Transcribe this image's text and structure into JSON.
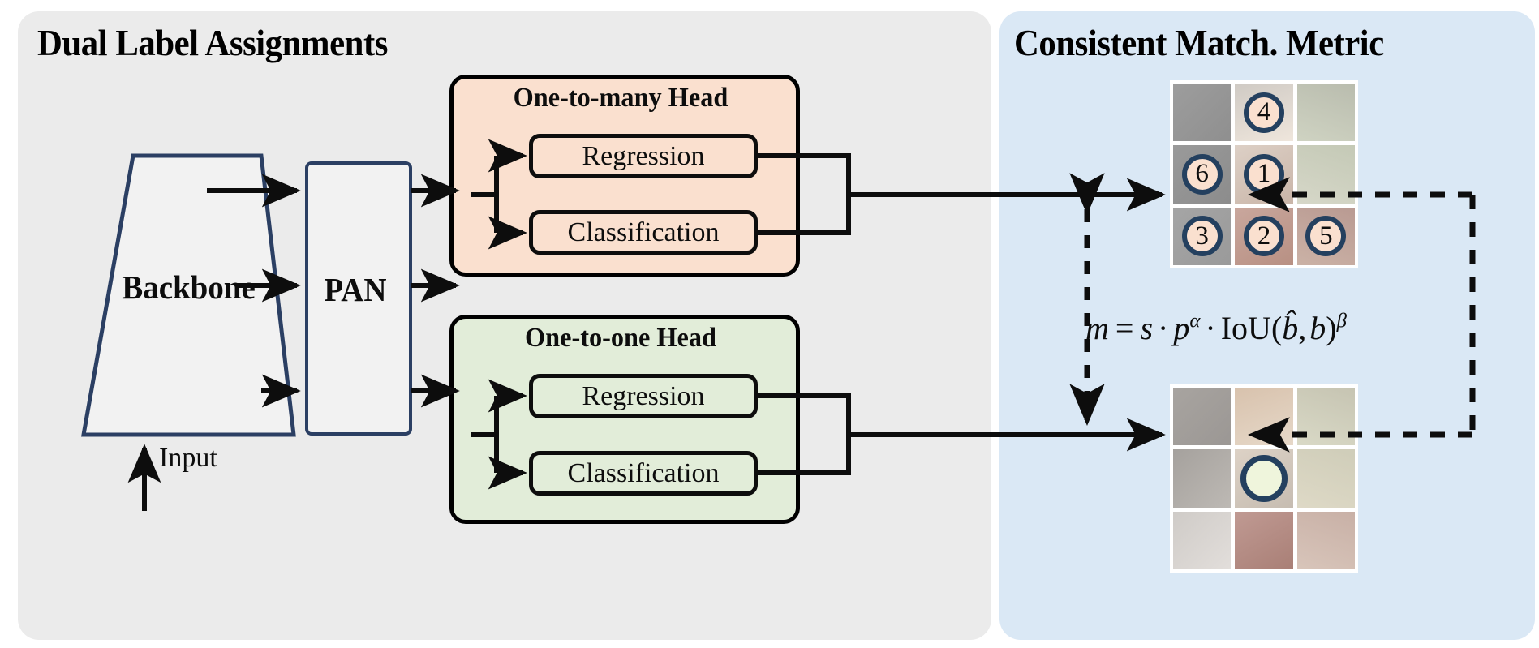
{
  "left": {
    "title": "Dual Label Assignments",
    "backbone_label": "Backbone",
    "pan_label": "PAN",
    "input_label": "Input",
    "one_to_many": {
      "title": "One-to-many Head",
      "regression_label": "Regression",
      "classification_label": "Classification",
      "bg_color": "#fae0cf"
    },
    "one_to_one": {
      "title": "One-to-one Head",
      "regression_label": "Regression",
      "classification_label": "Classification",
      "bg_color": "#e2edd9"
    },
    "panel_bg": "#ebebeb"
  },
  "right": {
    "title": "Consistent Match. Metric",
    "panel_bg": "#dae8f5",
    "equation": {
      "lhs": "m",
      "eq": "=",
      "term_s": "s",
      "dot1": "·",
      "term_p": "p",
      "exp_alpha": "α",
      "dot2": "·",
      "iou": "IoU",
      "open_paren": "(",
      "b_hat": "b̂",
      "comma": ",",
      "b": "b",
      "close_paren": ")",
      "exp_beta": "β",
      "full": "m = s · p^α · IoU(b̂, b)^β"
    },
    "grid_top": {
      "name": "one-to-many-assignment-grid",
      "badges": [
        {
          "cell": 1,
          "label": "4"
        },
        {
          "cell": 3,
          "label": "6"
        },
        {
          "cell": 4,
          "label": "1"
        },
        {
          "cell": 6,
          "label": "3"
        },
        {
          "cell": 7,
          "label": "2"
        },
        {
          "cell": 8,
          "label": "5"
        }
      ]
    },
    "grid_bottom": {
      "name": "one-to-one-assignment-grid",
      "badges": [
        {
          "cell": 4,
          "label": ""
        }
      ]
    }
  },
  "colors": {
    "navy_border": "#24405f",
    "peach": "#fae0cf",
    "green": "#e2edd9",
    "stroke_black": "#0d0d0d",
    "left_panel": "#ebebeb",
    "right_panel": "#dae8f5"
  }
}
